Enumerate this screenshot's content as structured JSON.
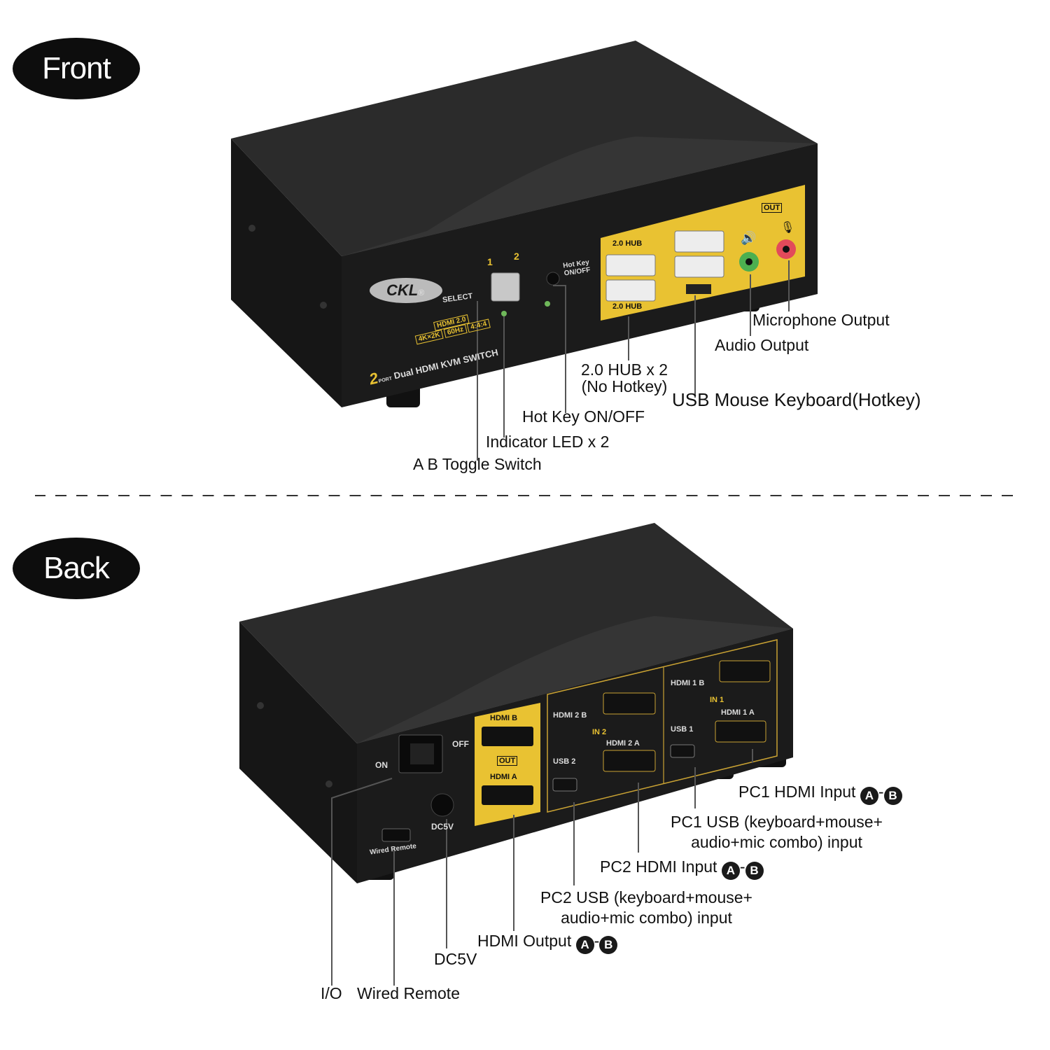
{
  "front": {
    "badge": "Front",
    "device": {
      "logo": "CKL",
      "logo_mark": "®",
      "select_num_1": "1",
      "select_num_2": "2",
      "select_label": "SELECT",
      "hotkey_label": "Hot Key",
      "hotkey_onoff": "ON/OFF",
      "hub_top": "2.0 HUB",
      "hub_bottom": "2.0 HUB",
      "out_label": "OUT",
      "spec_hdmi": "HDMI 2.0",
      "spec_4k": "4K×2K",
      "spec_60": "60Hz",
      "spec_444": "4:4:4",
      "model_num": "2",
      "model_port": "PORT",
      "model_name": "Dual HDMI KVM SWITCH"
    },
    "labels": {
      "microphone_output": "Microphone Output",
      "audio_output": "Audio Output",
      "hub_line1": "2.0 HUB x 2",
      "hub_line2": "(No Hotkey)",
      "usb_mouse_keyboard": "USB Mouse Keyboard(Hotkey)",
      "hot_key": "Hot Key ON/OFF",
      "indicator_led": "Indicator LED x 2",
      "ab_toggle": "A B Toggle Switch"
    }
  },
  "back": {
    "badge": "Back",
    "device": {
      "on": "ON",
      "off": "OFF",
      "hdmi_b_out": "HDMI B",
      "out": "OUT",
      "hdmi_a_out": "HDMI A",
      "dc5v": "DC5V",
      "wired_remote": "Wired Remote",
      "in2": "IN 2",
      "in1": "IN 1",
      "hdmi2b": "HDMI 2 B",
      "hdmi2a": "HDMI 2 A",
      "usb2": "USB 2",
      "hdmi1b": "HDMI 1 B",
      "hdmi1a": "HDMI 1 A",
      "usb1": "USB 1"
    },
    "labels": {
      "pc1_hdmi": "PC1 HDMI Input",
      "pc1_usb_l1": "PC1 USB (keyboard+mouse+",
      "pc1_usb_l2": "audio+mic combo) input",
      "pc2_hdmi": "PC2 HDMI Input",
      "pc2_usb_l1": "PC2 USB (keyboard+mouse+",
      "pc2_usb_l2": "audio+mic combo) input",
      "hdmi_output": "HDMI Output",
      "dc5v": "DC5V",
      "io": "I/O",
      "wired_remote": "Wired Remote",
      "sep": "-",
      "a": "A",
      "b": "B"
    }
  }
}
